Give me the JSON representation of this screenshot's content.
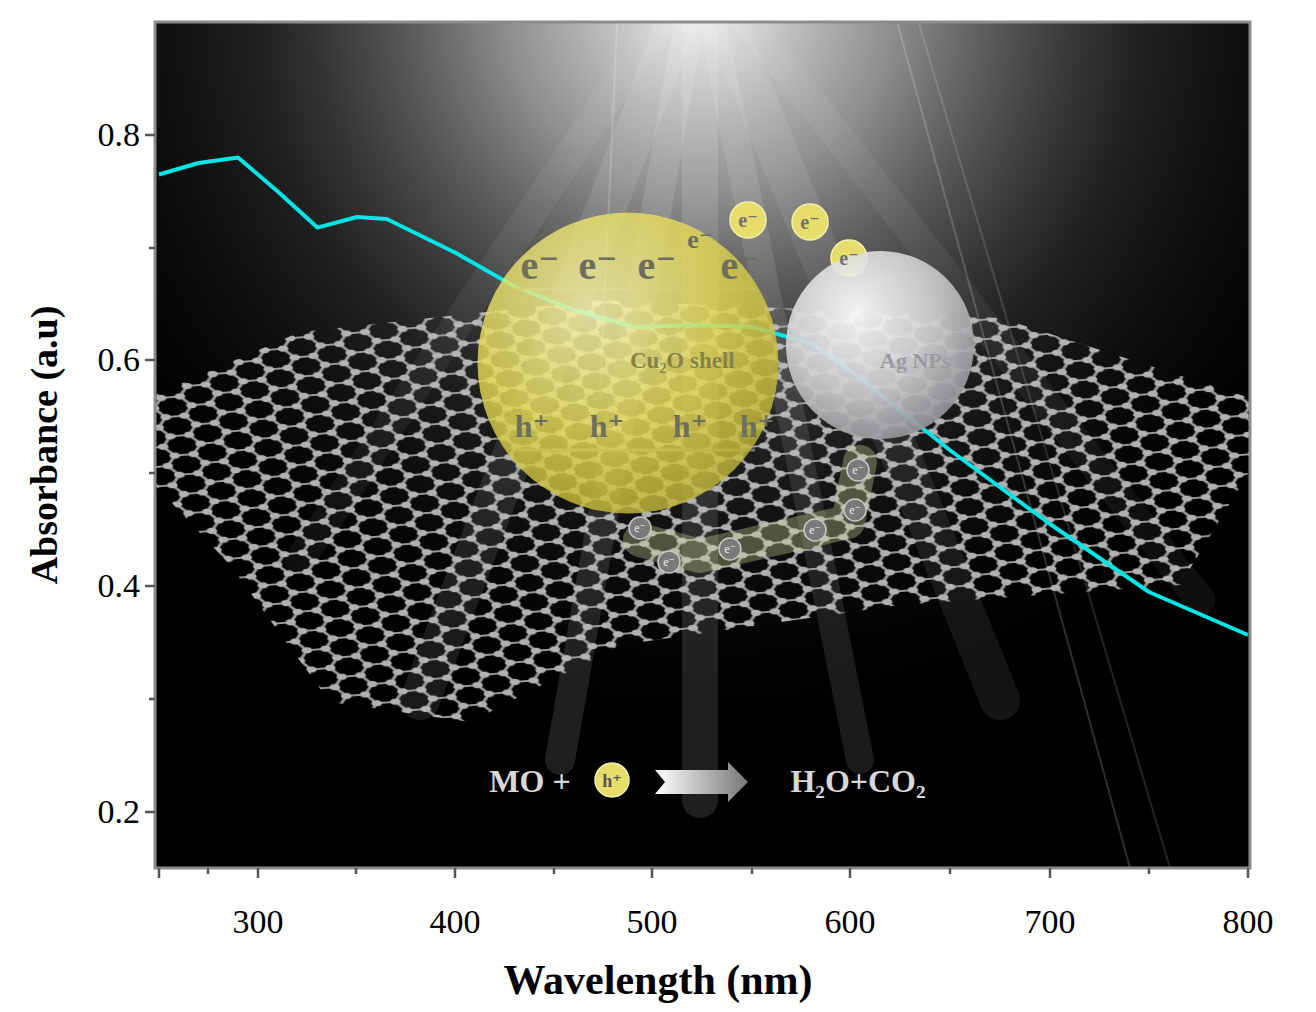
{
  "diagram": {
    "nodes": [
      {
        "text": [
          "Cu₂O shell"
        ]
      },
      {
        "text": [
          "Ag NPs"
        ]
      }
    ],
    "labels": [
      "0.8",
      "0.6",
      "0.4",
      "0.2",
      "300",
      "400",
      "500",
      "600",
      "700",
      "800",
      "Wavelength (nm)",
      "Absorbance (a.u)",
      "e⁻",
      "e⁻",
      "e⁻",
      "e⁻",
      "e⁻",
      "h⁺",
      "h⁺",
      "h⁺",
      "h⁺",
      "e⁻",
      "e⁻",
      "e⁻",
      "e⁻",
      "e⁻",
      "e⁻",
      "e⁻",
      "e⁻",
      "e⁻",
      "MO +",
      "h⁺",
      "H₂O+CO₂"
    ]
  }
}
